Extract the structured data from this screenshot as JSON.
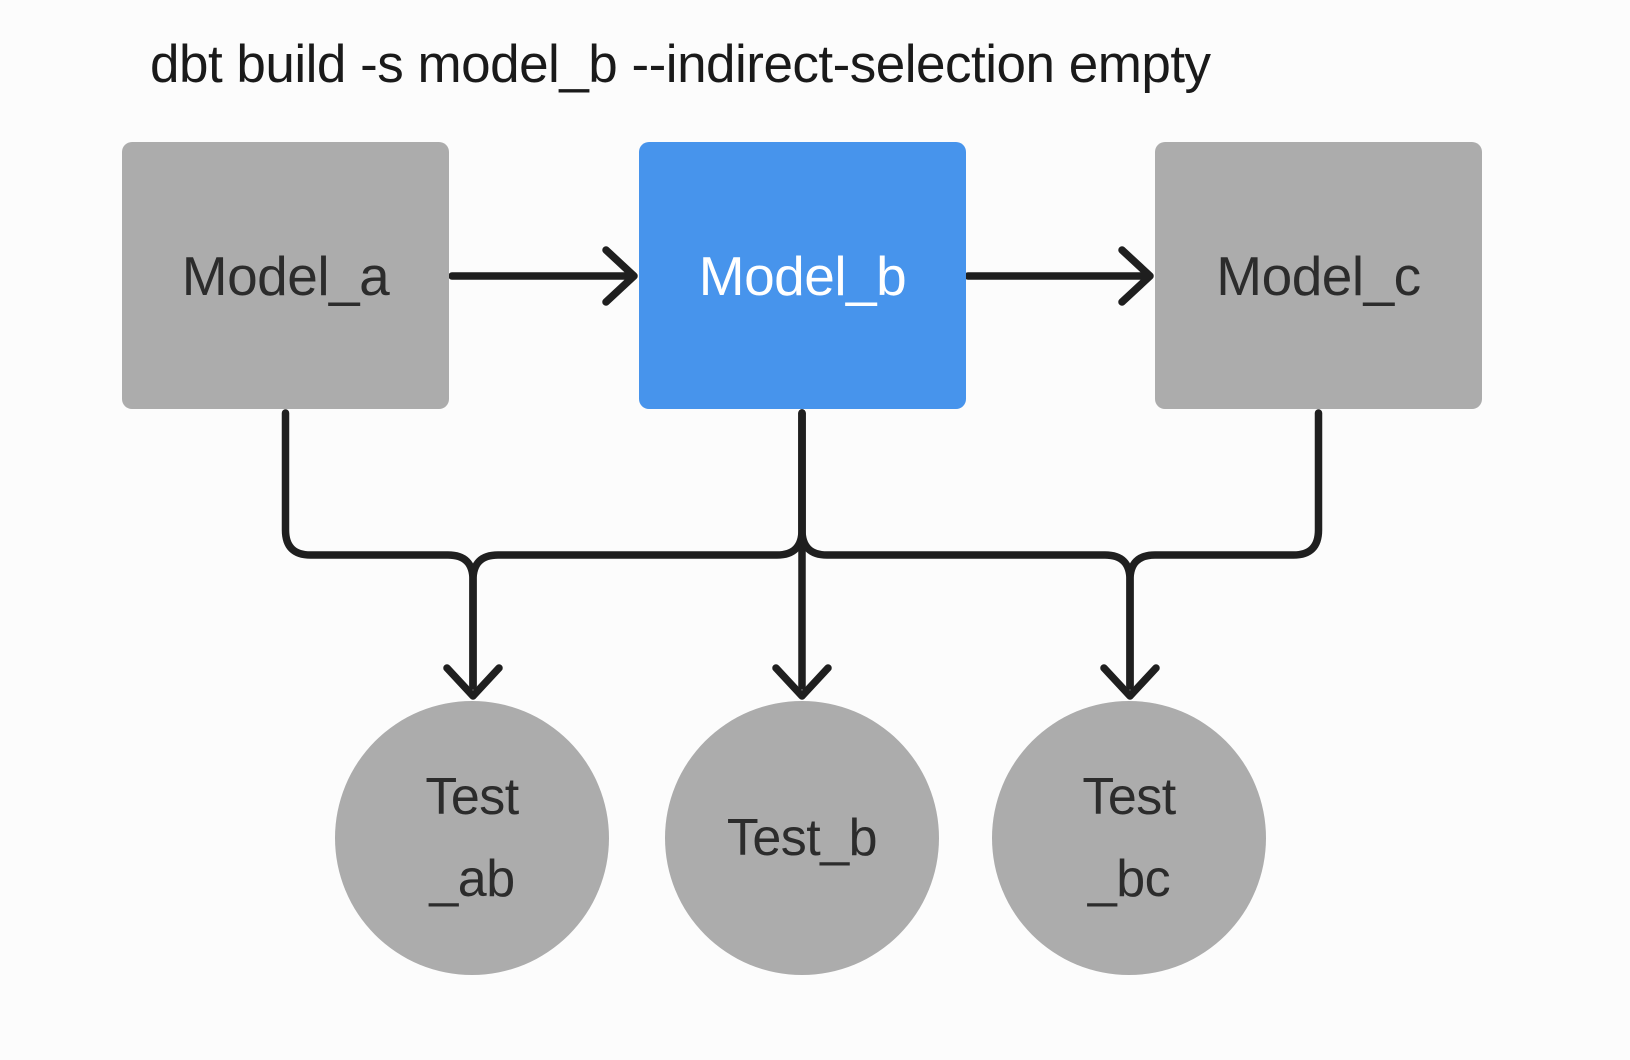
{
  "title": "dbt build -s model_b --indirect-selection empty",
  "colors": {
    "background": "#FCFCFC",
    "node_gray": "#ACACAC",
    "selected_node_blue": "#4794EC",
    "edge_stroke": "#1F1F1F",
    "node_text_dark": "#2C2C2C",
    "selected_node_text": "#FFFFFF",
    "title_text": "#1A1A1A"
  },
  "diagram": {
    "models": [
      {
        "id": "model_a",
        "label": "Model_a",
        "selected": false
      },
      {
        "id": "model_b",
        "label": "Model_b",
        "selected": true
      },
      {
        "id": "model_c",
        "label": "Model_c",
        "selected": false
      }
    ],
    "tests": [
      {
        "id": "test_ab",
        "label": "Test\n_ab"
      },
      {
        "id": "test_b",
        "label": "Test_b"
      },
      {
        "id": "test_bc",
        "label": "Test\n_bc"
      }
    ],
    "edges": [
      {
        "from": "model_a",
        "to": "model_b"
      },
      {
        "from": "model_b",
        "to": "model_c"
      },
      {
        "from": "model_a",
        "to": "test_ab"
      },
      {
        "from": "model_b",
        "to": "test_ab"
      },
      {
        "from": "model_b",
        "to": "test_b"
      },
      {
        "from": "model_b",
        "to": "test_bc"
      },
      {
        "from": "model_c",
        "to": "test_bc"
      }
    ]
  }
}
